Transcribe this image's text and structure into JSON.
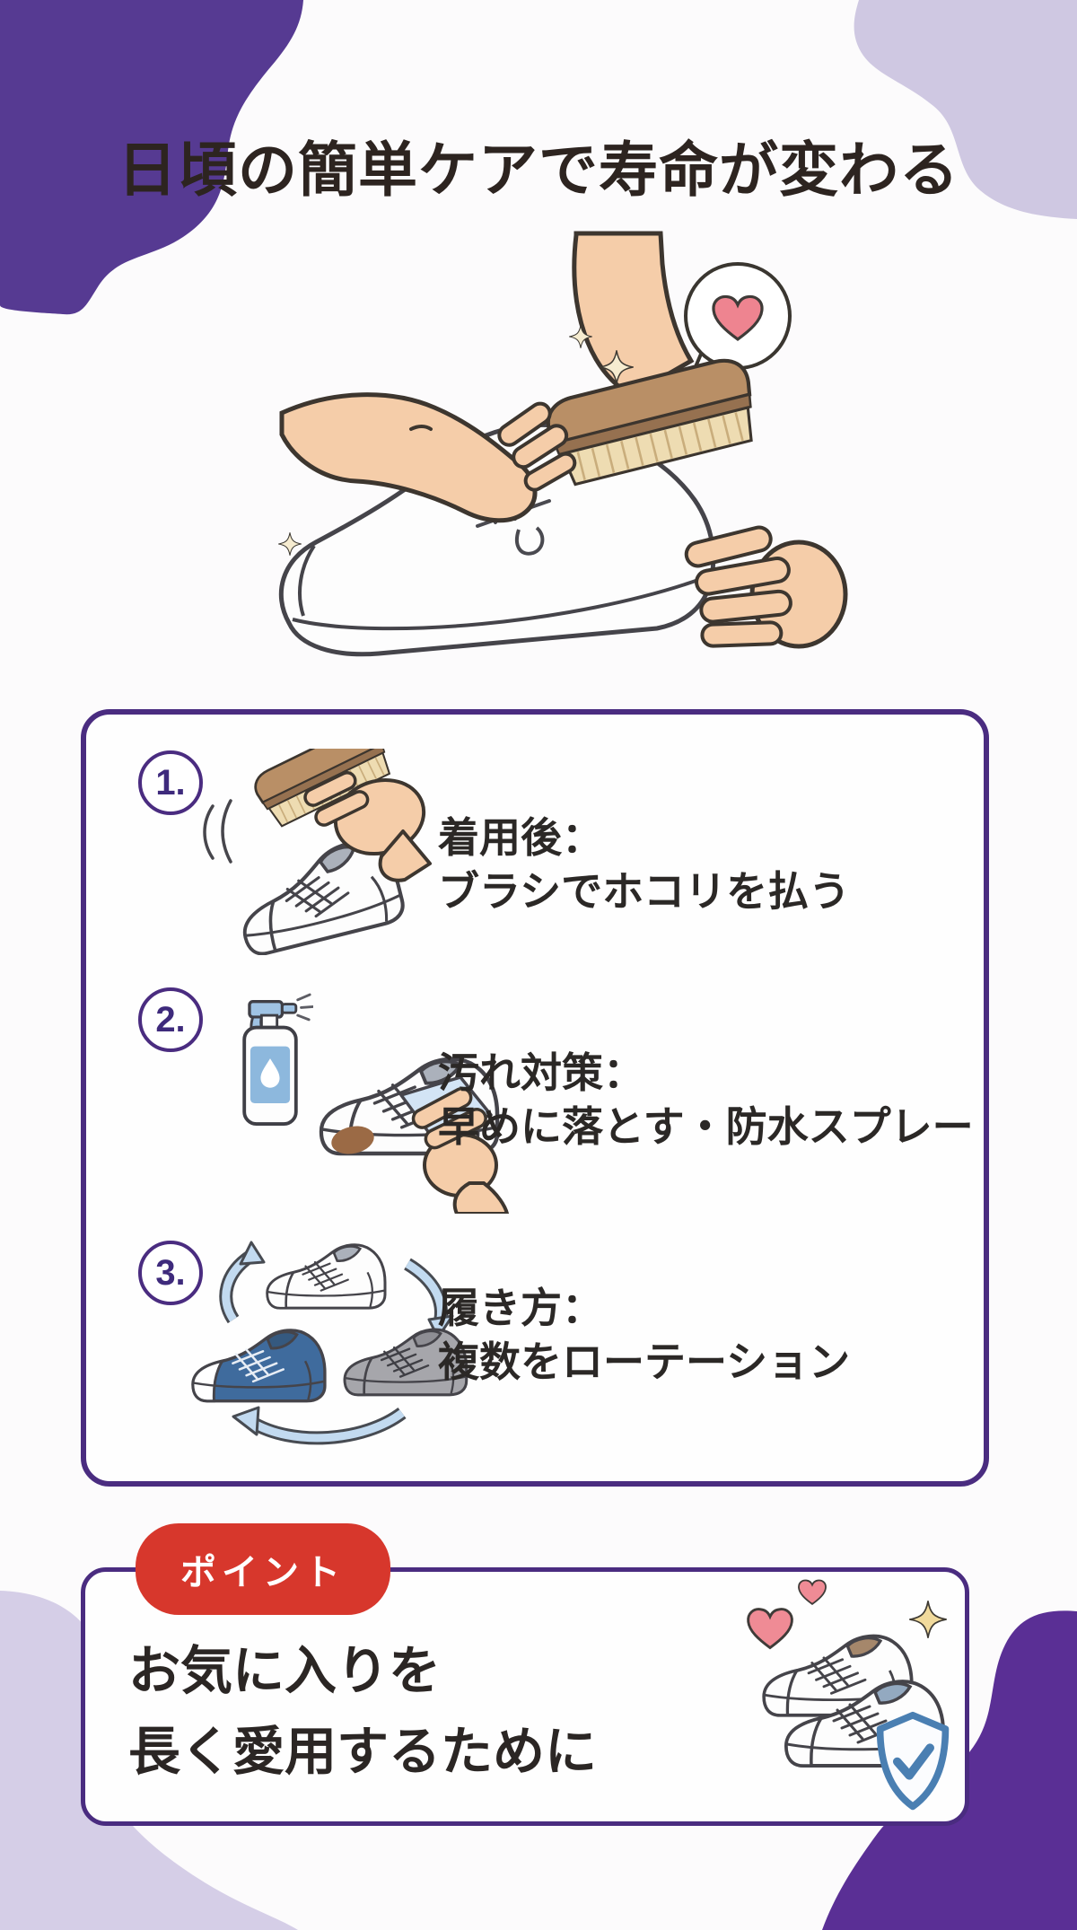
{
  "title": "日頃の簡単ケアで寿命が変わる",
  "steps_panel": {
    "steps": [
      {
        "number": "1.",
        "title": "着用後：",
        "description": "ブラシでホコリを払う"
      },
      {
        "number": "2.",
        "title": "汚れ対策：",
        "description": "早めに落とす・防水スプレー"
      },
      {
        "number": "3.",
        "title": "履き方：",
        "description": "複数をローテーション"
      }
    ]
  },
  "point_panel": {
    "badge_label": "ポイント",
    "message_line1": "お気に入りを",
    "message_line2": "長く愛用するために"
  },
  "icons": {
    "hero": [
      "heart-speech-bubble-icon",
      "sparkle-icon",
      "shoe-brush-icon",
      "sneaker-icon"
    ],
    "steps": [
      "shoe-brush-icon",
      "sneaker-icon",
      "spray-bottle-icon",
      "wipe-cloth-icon",
      "rotation-arrows-icon"
    ],
    "point": [
      "heart-icon",
      "sparkle-icon",
      "sneaker-pair-icon",
      "shield-check-icon"
    ]
  },
  "colors": {
    "blob_purple_dark": "#563a92",
    "blob_purple_bright": "#5a2f95",
    "blob_lavender": "#cfc8e2",
    "panel_border": "#4a2c80",
    "badge_red": "#d7372c",
    "heart_pink": "#ee8490",
    "arrow_blue": "#c2daf0",
    "shield_blue": "#4a7fb2",
    "brush_brown": "#b98f66",
    "skin_tone": "#f5cda9",
    "text_dark": "#2b2826"
  }
}
